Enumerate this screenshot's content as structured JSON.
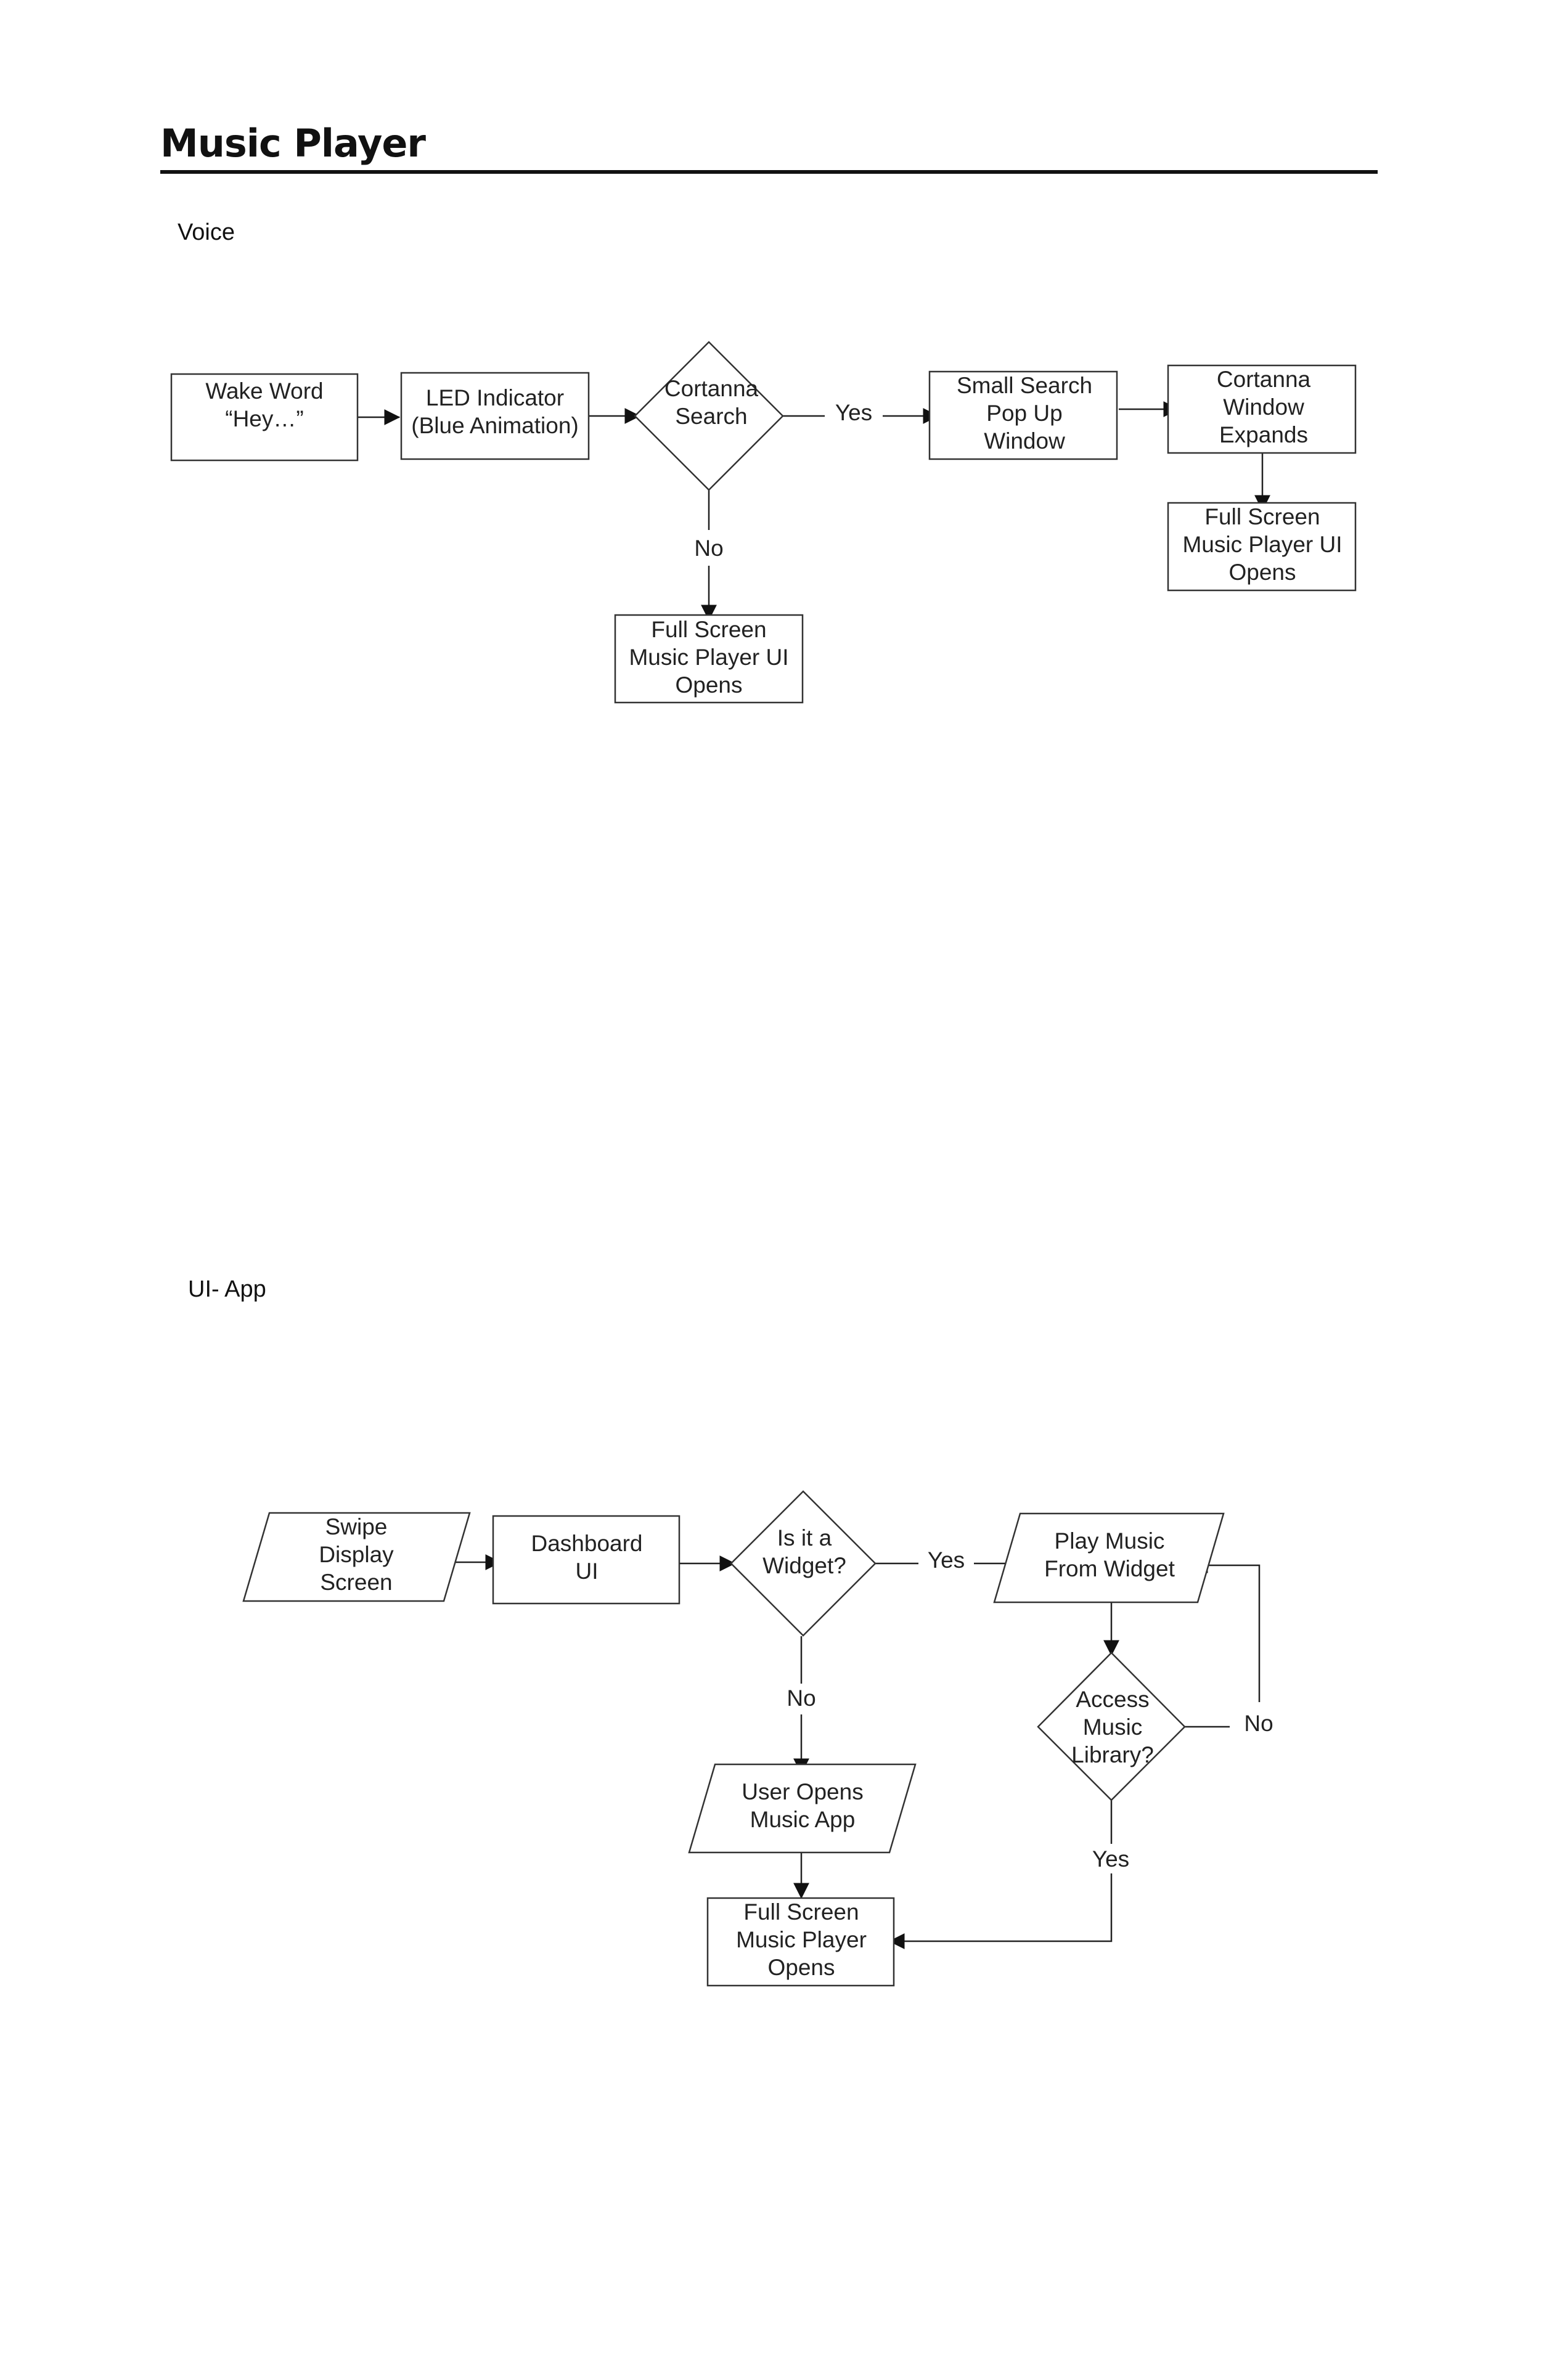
{
  "title": "Music Player",
  "sections": {
    "voice": "Voice",
    "ui_app": "UI- App"
  },
  "voice_flow": {
    "nodes": [
      {
        "id": "wake_word",
        "shape": "rect",
        "lines": [
          "Wake Word",
          "“Hey…”"
        ]
      },
      {
        "id": "led_indicator",
        "shape": "rect",
        "lines": [
          "LED Indicator",
          "(Blue Animation)"
        ]
      },
      {
        "id": "cortanna_search",
        "shape": "diamond",
        "lines": [
          "Cortanna",
          "Search"
        ]
      },
      {
        "id": "small_search",
        "shape": "rect",
        "lines": [
          "Small Search",
          "Pop Up",
          "Window"
        ]
      },
      {
        "id": "cortanna_window",
        "shape": "rect",
        "lines": [
          "Cortanna",
          "Window",
          "Expands"
        ]
      },
      {
        "id": "full_screen_right",
        "shape": "rect",
        "lines": [
          "Full Screen",
          "Music Player UI",
          "Opens"
        ]
      },
      {
        "id": "full_screen_below",
        "shape": "rect",
        "lines": [
          "Full Screen",
          "Music Player  UI",
          "Opens"
        ]
      }
    ],
    "edge_labels": {
      "yes": "Yes",
      "no": "No"
    }
  },
  "ui_flow": {
    "nodes": [
      {
        "id": "swipe_display",
        "shape": "parallelogram",
        "lines": [
          "Swipe",
          "Display",
          "Screen"
        ]
      },
      {
        "id": "dashboard_ui",
        "shape": "rect",
        "lines": [
          "Dashboard",
          "UI"
        ]
      },
      {
        "id": "is_widget",
        "shape": "diamond",
        "lines": [
          "Is it a",
          "Widget?"
        ]
      },
      {
        "id": "play_music_widget",
        "shape": "parallelogram",
        "lines": [
          "Play Music",
          "From Widget"
        ]
      },
      {
        "id": "access_library",
        "shape": "diamond",
        "lines": [
          "Access",
          "Music",
          "Library?"
        ]
      },
      {
        "id": "user_opens_app",
        "shape": "parallelogram",
        "lines": [
          "User Opens",
          "Music App"
        ]
      },
      {
        "id": "full_screen_opens",
        "shape": "rect",
        "lines": [
          "Full Screen",
          "Music Player",
          "Opens"
        ]
      }
    ],
    "edge_labels": {
      "yes_widget": "Yes",
      "no_widget": "No",
      "no_library": "No",
      "yes_library": "Yes"
    }
  }
}
